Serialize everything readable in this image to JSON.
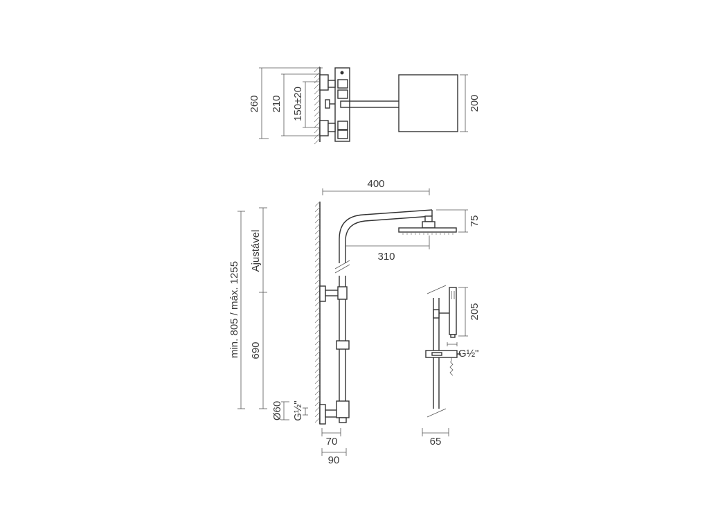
{
  "labels": {
    "top_height_total": "260",
    "top_height_mixer": "210",
    "top_height_spacing": "150±20",
    "top_head_size": "200",
    "arm_length": "400",
    "head_height": "75",
    "arm_projection": "310",
    "adjustable_range": "min. 805 / máx. 1255",
    "adjustable_word": "Ajustável",
    "bar_height": "690",
    "diameter": "Ø60",
    "thread_main": "G½\"",
    "depth_70": "70",
    "depth_90": "90",
    "hand_shower_length": "205",
    "thread_hand": "G½\"",
    "depth_65": "65"
  },
  "colors": {
    "line": "#333333",
    "dimension": "#555555",
    "text": "#3a3a3a"
  }
}
